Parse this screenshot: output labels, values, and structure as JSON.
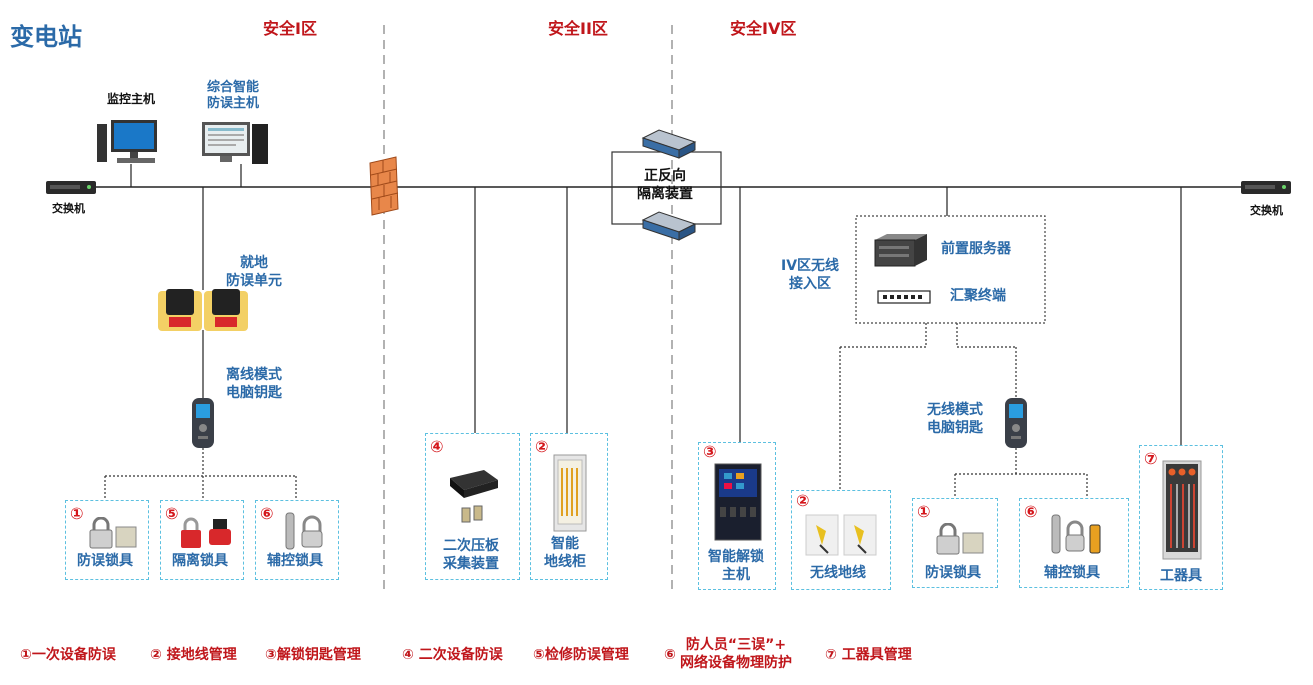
{
  "title": "变电站",
  "zones": {
    "z1": "安全I区",
    "z2": "安全II区",
    "z4": "安全IV区"
  },
  "switch_left": "交换机",
  "switch_right": "交换机",
  "monitor_host": "监控主机",
  "smart_host": [
    "综合智能",
    "防误主机"
  ],
  "isolator": [
    "正反向",
    "隔离装置"
  ],
  "local_unit": [
    "就地",
    "防误单元"
  ],
  "offline_key": [
    "离线模式",
    "电脑钥匙"
  ],
  "front_server": "前置服务器",
  "agg_terminal": "汇聚终端",
  "wireless_zone": [
    "IV区无线",
    "接入区"
  ],
  "wireless_key": [
    "无线模式",
    "电脑钥匙"
  ],
  "boxes": {
    "b1": {
      "num": "①",
      "label": "防误锁具"
    },
    "b5": {
      "num": "⑤",
      "label": "隔离锁具"
    },
    "b6": {
      "num": "⑥",
      "label": "辅控锁具"
    },
    "b4": {
      "num": "④",
      "label": [
        "二次压板",
        "采集装置"
      ]
    },
    "b2": {
      "num": "②",
      "label": [
        "智能",
        "地线柜"
      ]
    },
    "b3": {
      "num": "③",
      "label": [
        "智能解锁",
        "主机"
      ]
    },
    "b2r": {
      "num": "②",
      "label": "无线地线"
    },
    "b1r": {
      "num": "①",
      "label": "防误锁具"
    },
    "b6r": {
      "num": "⑥",
      "label": "辅控锁具"
    },
    "b7": {
      "num": "⑦",
      "label": "工器具"
    }
  },
  "legend": {
    "l1": "①一次设备防误",
    "l2": "② 接地线管理",
    "l3": "③解锁钥匙管理",
    "l4": "④ 二次设备防误",
    "l5": "⑤检修防误管理",
    "l6a": "⑥",
    "l6b": "防人员“三误”+",
    "l6c": "网络设备物理防护",
    "l7": "⑦ 工器具管理"
  }
}
